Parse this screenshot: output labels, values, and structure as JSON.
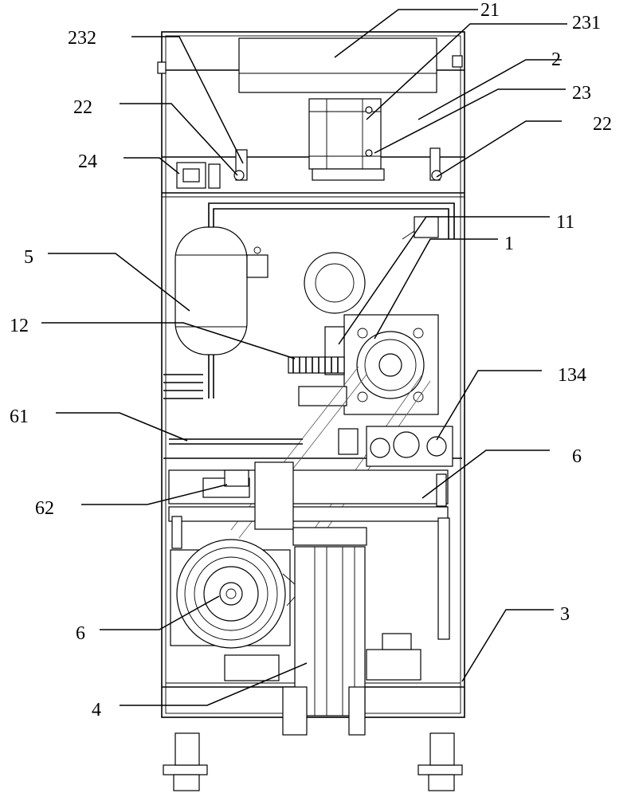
{
  "labels": {
    "l21": "21",
    "l232": "232",
    "l231": "231",
    "l2": "2",
    "l23": "23",
    "l22a": "22",
    "l22b": "22",
    "l24": "24",
    "l11": "11",
    "l1": "1",
    "l5": "5",
    "l12": "12",
    "l134": "134",
    "l61": "61",
    "l6a": "6",
    "l62": "62",
    "l6b": "6",
    "l3": "3",
    "l4": "4"
  }
}
